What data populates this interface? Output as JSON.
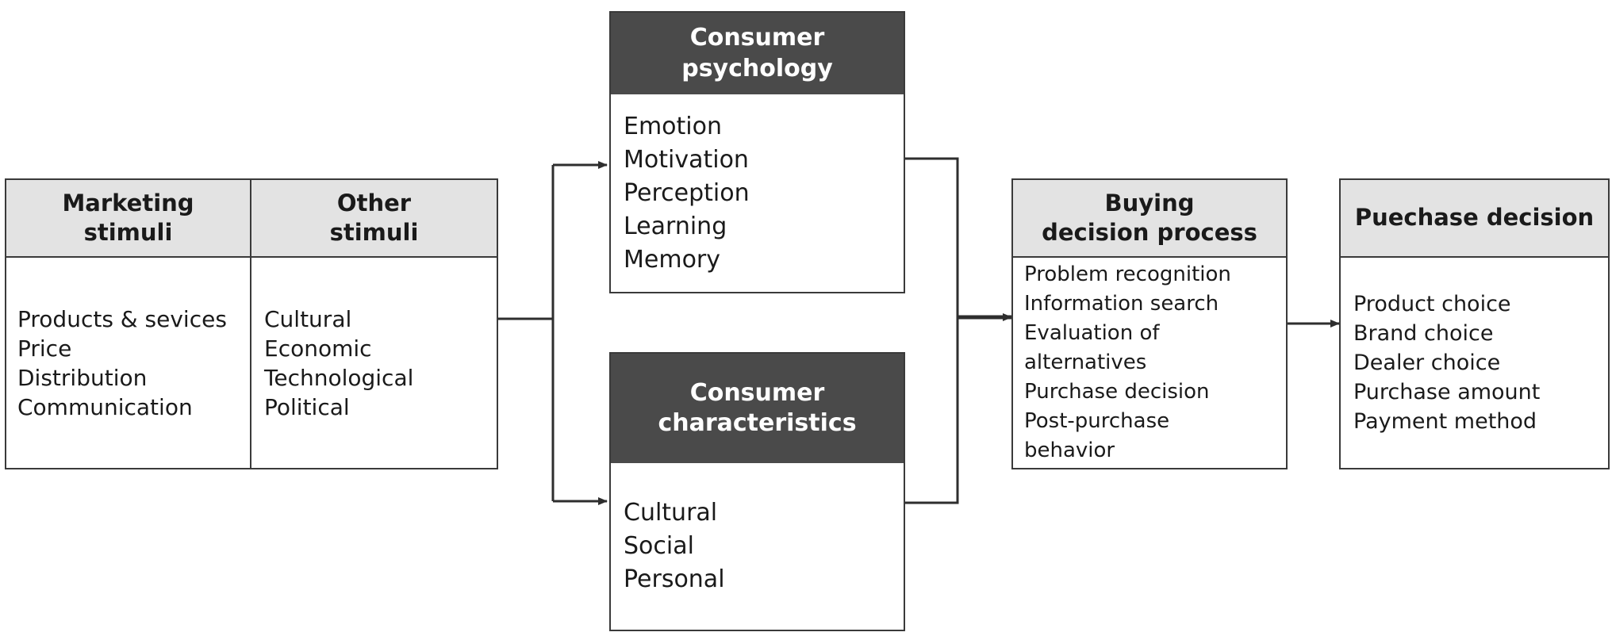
{
  "diagram": {
    "marketing": {
      "title": "Marketing\nstimuli",
      "items": [
        "Products & sevices",
        "Price",
        "Distribution",
        "Communication"
      ]
    },
    "other": {
      "title": "Other\nstimuli",
      "items": [
        "Cultural",
        "Economic",
        "Technological",
        "Political"
      ]
    },
    "psychology": {
      "title": "Consumer\npsychology",
      "items": [
        "Emotion",
        "Motivation",
        "Perception",
        "Learning",
        "Memory"
      ]
    },
    "characteristics": {
      "title": "Consumer\ncharacteristics",
      "items": [
        "Cultural",
        "Social",
        "Personal"
      ]
    },
    "buying": {
      "title": "Buying\ndecision process",
      "items": [
        "Problem recognition",
        "Information search",
        "Evaluation of",
        "alternatives",
        "Purchase decision",
        "Post-purchase",
        "behavior"
      ]
    },
    "purchase": {
      "title": "Puechase decision",
      "items": [
        "Product choice",
        "Brand choice",
        "Dealer choice",
        "Purchase amount",
        "Payment method"
      ]
    }
  },
  "colors": {
    "border": "#3a3a3a",
    "light_header": "#e3e3e3",
    "dark_header": "#4a4a4a",
    "connector": "#2e2e2e"
  }
}
